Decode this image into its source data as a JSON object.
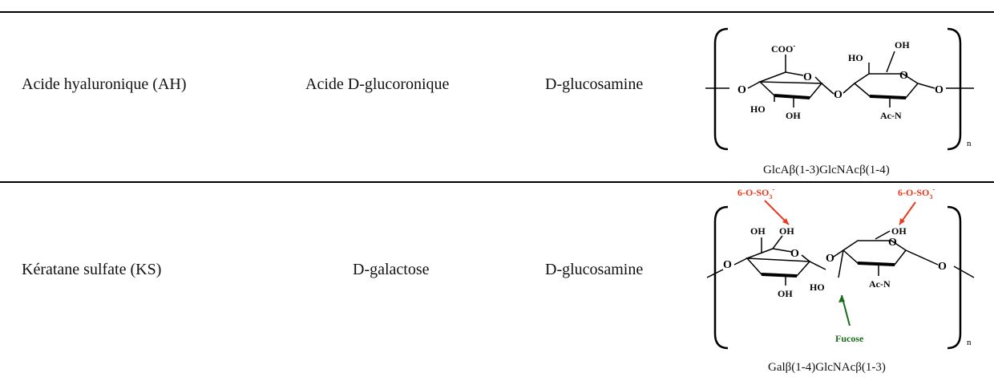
{
  "rows": [
    {
      "polymer": "Acide hyaluronique (AH)",
      "uronic_prefix": "Acide ",
      "uronic_letter": "D",
      "uronic_name": "-glucoronique",
      "amino_letter": "D",
      "amino_name": "-glucosamine",
      "labels": {
        "coo": "COO",
        "coo_sup": "-",
        "oh1": "OH",
        "ho1": "HO",
        "oh2": "OH",
        "ho2": "HO",
        "acn": "Ac-N",
        "o": "O"
      },
      "subscript": "n",
      "linkage": "GlcAβ(1-3)GlcNAcβ(1-4)"
    },
    {
      "polymer": "Kératane sulfate (KS)",
      "uronic_prefix": "",
      "uronic_letter": "D",
      "uronic_name": "-galactose",
      "amino_letter": "D",
      "amino_name": "-glucosamine",
      "labels": {
        "so3_a": "6-O-SO",
        "so3_b": "6-O-SO",
        "so3_sub": "3",
        "so3_sup": "-",
        "oh": "OH",
        "ho": "HO",
        "acn": "Ac-N",
        "fucose": "Fucose",
        "o": "O"
      },
      "subscript": "n",
      "linkage": "Galβ(1-4)GlcNAcβ(1-3)"
    }
  ],
  "colors": {
    "sulfate": "#e8391c",
    "fucose": "#1d6b1d",
    "line": "#000000"
  }
}
